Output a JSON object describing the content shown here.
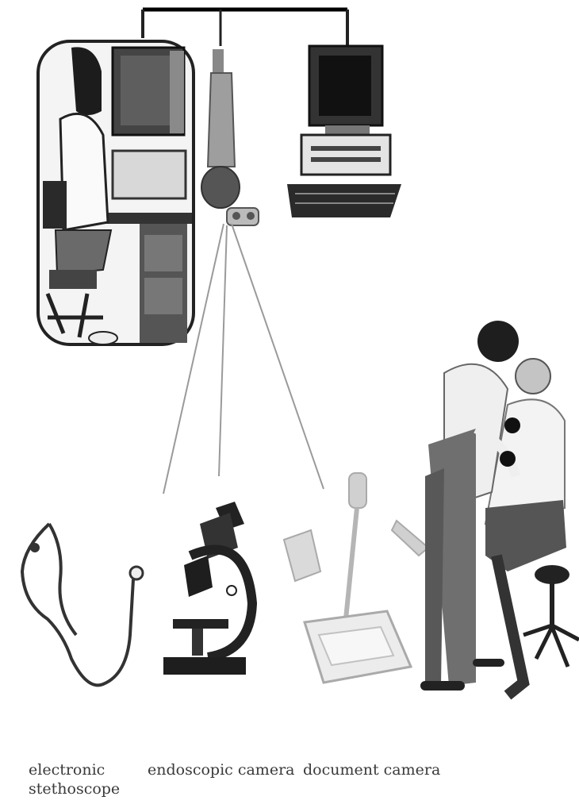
{
  "labels": {
    "stethoscope": "electronic stethoscope",
    "microscope": "endoscopic camera",
    "document_camera": "document camera"
  },
  "icons": {
    "workstation": "doctor-at-workstation-icon",
    "camera": "video-camera-on-stand-icon",
    "computer": "desktop-computer-icon",
    "stethoscope": "stethoscope-icon",
    "microscope": "microscope-icon",
    "document_camera": "document-camera-icon",
    "consultation": "doctor-examining-patient-icon"
  },
  "colors": {
    "line": "#000000",
    "thin_line": "#9a9a9a",
    "dark": "#1e1e1e",
    "mid": "#6e6e6e",
    "light": "#c8c8c8"
  }
}
